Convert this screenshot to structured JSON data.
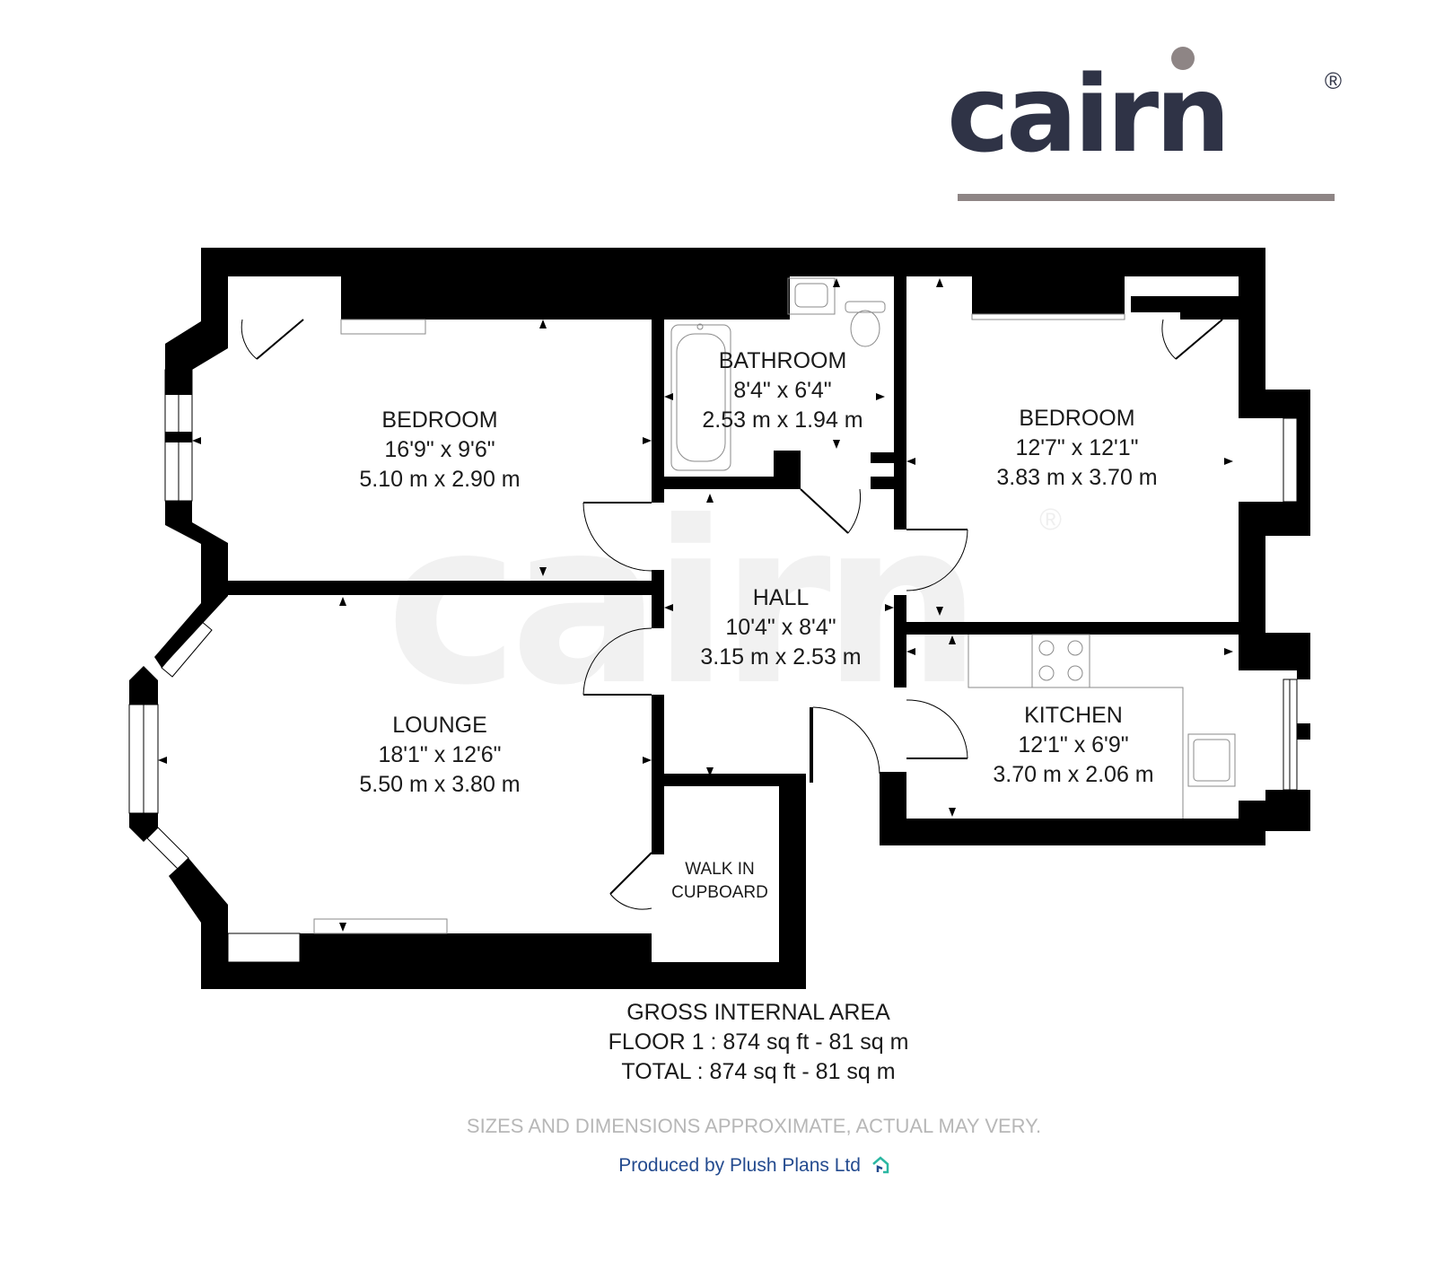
{
  "logo": {
    "wordmark": "cairn",
    "registered_mark": "®"
  },
  "watermark": {
    "wordmark": "cairn",
    "registered_mark": "®"
  },
  "rooms": {
    "bedroom1": {
      "name": "BEDROOM",
      "imperial": "16'9\" x 9'6\"",
      "metric": "5.10 m x 2.90 m"
    },
    "bathroom": {
      "name": "BATHROOM",
      "imperial": "8'4\" x 6'4\"",
      "metric": "2.53 m x 1.94 m"
    },
    "bedroom2": {
      "name": "BEDROOM",
      "imperial": "12'7\" x 12'1\"",
      "metric": "3.83 m x 3.70 m"
    },
    "hall": {
      "name": "HALL",
      "imperial": "10'4\" x 8'4\"",
      "metric": "3.15 m x 2.53 m"
    },
    "lounge": {
      "name": "LOUNGE",
      "imperial": "18'1\" x 12'6\"",
      "metric": "5.50 m x 3.80 m"
    },
    "kitchen": {
      "name": "KITCHEN",
      "imperial": "12'1\" x 6'9\"",
      "metric": "3.70 m x 2.06 m"
    },
    "cupboard": {
      "line1": "WALK IN",
      "line2": "CUPBOARD"
    }
  },
  "area": {
    "title": "GROSS INTERNAL AREA",
    "floor": "FLOOR 1 : 874 sq ft - 81 sq m",
    "total": "TOTAL : 874 sq ft - 81 sq m"
  },
  "disclaimer": "SIZES AND DIMENSIONS APPROXIMATE, ACTUAL MAY VERY.",
  "produced_by": "Produced by Plush Plans Ltd",
  "colors": {
    "wall": "#000000",
    "brand_dark": "#2f3346",
    "brand_grey": "#8e8585",
    "producer_blue": "#244b8f",
    "disclaimer_grey": "#b7b7b7"
  }
}
